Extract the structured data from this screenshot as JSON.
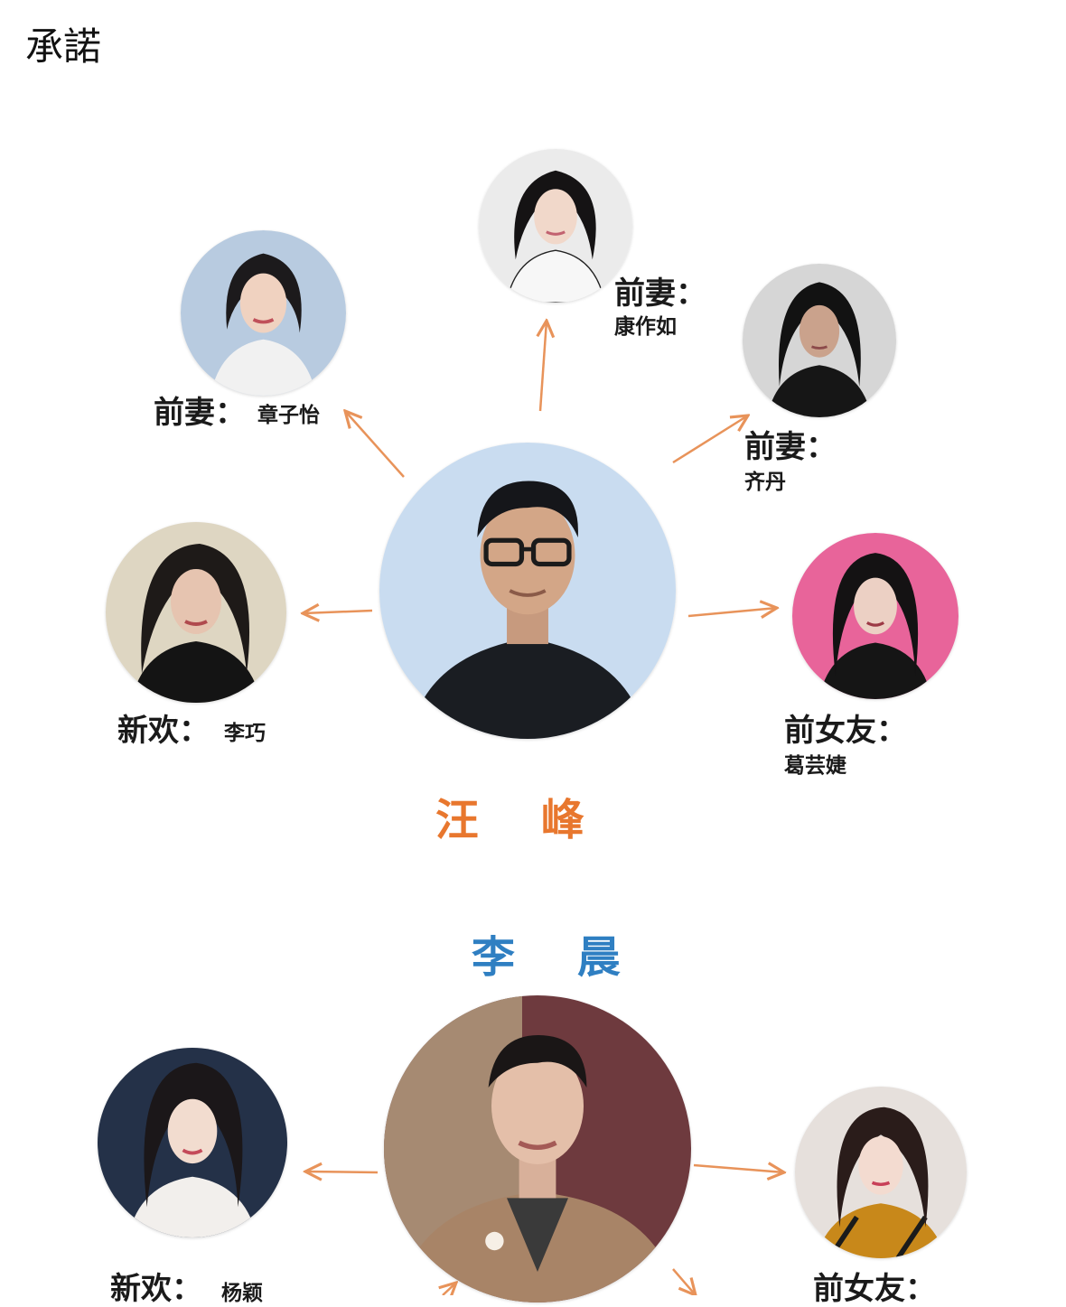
{
  "header": {
    "title": "承諾"
  },
  "colors": {
    "arrow": "#e8935a",
    "wang_name": "#e8772e",
    "li_name": "#2f7fc2"
  },
  "wang_feng": {
    "name": "汪 峰",
    "relations": {
      "zhang_ziyi": {
        "relation": "前妻：",
        "name": "章子怡"
      },
      "kang_zuoru": {
        "relation": "前妻：",
        "name": "康作如"
      },
      "qi_dan": {
        "relation": "前妻：",
        "name": "齐丹"
      },
      "li_qiao": {
        "relation": "新欢：",
        "name": "李巧"
      },
      "ge_yunjie": {
        "relation": "前女友：",
        "name": "葛芸婕"
      }
    }
  },
  "li_chen": {
    "name": "李 晨",
    "relations": {
      "yang_ying": {
        "relation": "新欢：",
        "name": "杨颖"
      },
      "ex_girlfriend": {
        "relation": "前女友：",
        "name": ""
      }
    }
  }
}
